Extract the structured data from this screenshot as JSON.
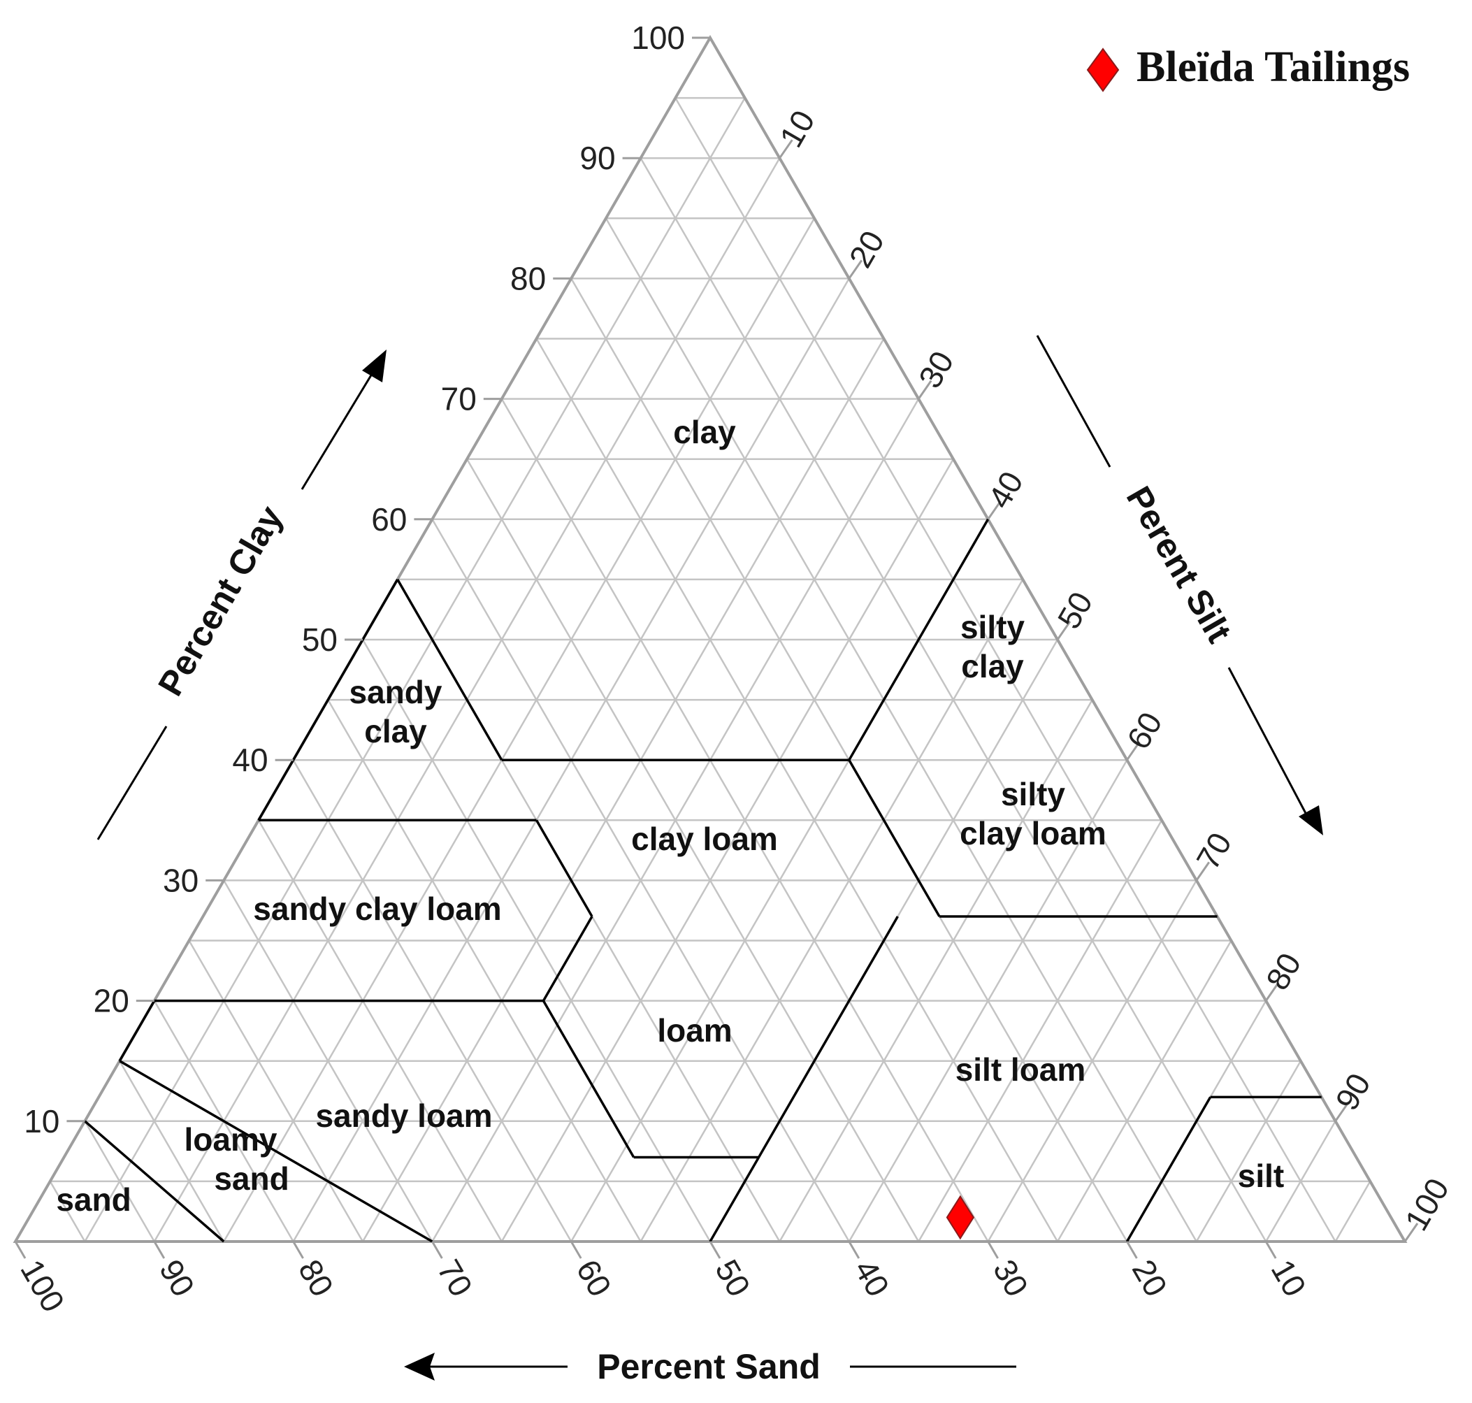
{
  "chart_data": {
    "type": "ternary",
    "legend": {
      "position": "top-right",
      "entries": [
        {
          "label": "Bleïda Tailings",
          "marker": "diamond",
          "color": "#ff0000"
        }
      ]
    },
    "axes": {
      "clay": {
        "title": "Percent Clay",
        "ticks": [
          "10",
          "20",
          "30",
          "40",
          "50",
          "60",
          "70",
          "80",
          "90",
          "100"
        ]
      },
      "silt": {
        "title": "Perent Silt",
        "ticks": [
          "10",
          "20",
          "30",
          "40",
          "50",
          "60",
          "70",
          "80",
          "90",
          "100"
        ]
      },
      "sand": {
        "title": "Percent Sand",
        "ticks": [
          "100",
          "90",
          "80",
          "70",
          "60",
          "50",
          "40",
          "30",
          "20",
          "10"
        ]
      }
    },
    "grid": true,
    "grid_step": 5,
    "regions": [
      {
        "name": "clay",
        "lines": [
          "clay"
        ]
      },
      {
        "name": "silty clay",
        "lines": [
          "silty",
          "clay"
        ]
      },
      {
        "name": "sandy clay",
        "lines": [
          "sandy",
          "clay"
        ]
      },
      {
        "name": "clay loam",
        "lines": [
          "clay loam"
        ]
      },
      {
        "name": "silty clay loam",
        "lines": [
          "silty",
          "clay loam"
        ]
      },
      {
        "name": "sandy clay loam",
        "lines": [
          "sandy clay loam"
        ]
      },
      {
        "name": "loam",
        "lines": [
          "loam"
        ]
      },
      {
        "name": "silt loam",
        "lines": [
          "silt loam"
        ]
      },
      {
        "name": "sandy loam",
        "lines": [
          "sandy loam"
        ]
      },
      {
        "name": "loamy sand",
        "lines": [
          "loamy",
          "sand"
        ]
      },
      {
        "name": "sand",
        "lines": [
          "sand"
        ]
      },
      {
        "name": "silt",
        "lines": [
          "silt"
        ]
      }
    ],
    "boundaries_sand_clay": [
      [
        [
          45,
          55
        ],
        [
          65,
          35
        ]
      ],
      [
        [
          45,
          55
        ],
        [
          45,
          40
        ]
      ],
      [
        [
          65,
          35
        ],
        [
          45,
          35
        ]
      ],
      [
        [
          45,
          40
        ],
        [
          20,
          40
        ]
      ],
      [
        [
          20,
          40
        ],
        [
          0,
          60
        ]
      ],
      [
        [
          20,
          40
        ],
        [
          20,
          27
        ]
      ],
      [
        [
          20,
          27
        ],
        [
          0,
          27
        ]
      ],
      [
        [
          45,
          35
        ],
        [
          45,
          27
        ]
      ],
      [
        [
          45,
          27
        ],
        [
          52,
          20
        ]
      ],
      [
        [
          52,
          20
        ],
        [
          80,
          20
        ]
      ],
      [
        [
          80,
          20
        ],
        [
          85,
          15
        ]
      ],
      [
        [
          52,
          20
        ],
        [
          52,
          7
        ]
      ],
      [
        [
          52,
          7
        ],
        [
          43,
          7
        ]
      ],
      [
        [
          43,
          7
        ],
        [
          50,
          0
        ]
      ],
      [
        [
          43,
          7
        ],
        [
          23,
          27
        ]
      ],
      [
        [
          70,
          0
        ],
        [
          85,
          15
        ]
      ],
      [
        [
          85,
          0
        ],
        [
          90,
          10
        ]
      ],
      [
        [
          20,
          0
        ],
        [
          8,
          12
        ]
      ],
      [
        [
          8,
          12
        ],
        [
          0,
          12
        ]
      ]
    ],
    "points": [
      {
        "series": "Bleïda Tailings",
        "sand": 31,
        "silt": 67,
        "clay": 2
      }
    ]
  }
}
